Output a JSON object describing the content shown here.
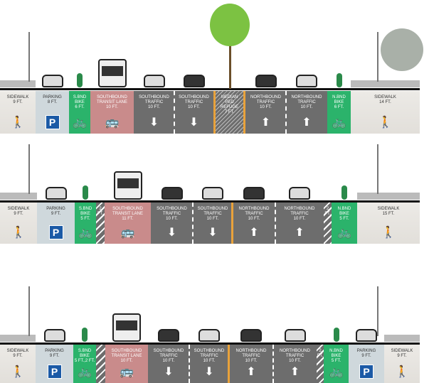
{
  "sections": [
    {
      "name": "existing",
      "lanes": [
        {
          "type": "sidewalk",
          "lines": [
            "SIDEWALK",
            "9 ft."
          ],
          "icon": "pedestrian"
        },
        {
          "type": "parking",
          "lines": [
            "PARKING",
            "8 ft."
          ],
          "icon": "parking"
        },
        {
          "type": "bike",
          "lines": [
            "S.Bnd",
            "BIKE",
            "6 ft."
          ],
          "icon": "bicycle"
        },
        {
          "type": "transit",
          "lines": [
            "SOUTHBOUND",
            "TRANSIT LANE",
            "10 ft."
          ],
          "icon": "bus"
        },
        {
          "type": "traffic",
          "lines": [
            "SOUTHBOUND",
            "TRAFFIC",
            "10 ft."
          ],
          "icon": "arrow-down"
        },
        {
          "type": "traffic",
          "lines": [
            "SOUTHBOUND",
            "TRAFFIC",
            "10 ft."
          ],
          "icon": "arrow-down"
        },
        {
          "type": "median",
          "lines": [
            "MEDIAN",
            "PED",
            "REFUGE",
            "7 ft."
          ],
          "icon": ""
        },
        {
          "type": "traffic",
          "lines": [
            "NORTHBOUND",
            "TRAFFIC",
            "10 ft."
          ],
          "icon": "arrow-up"
        },
        {
          "type": "traffic",
          "lines": [
            "NORTHBOUND",
            "TRAFFIC",
            "10 ft."
          ],
          "icon": "arrow-up"
        },
        {
          "type": "bike",
          "lines": [
            "N.Bnd",
            "BIKE",
            "6 ft."
          ],
          "icon": "bicycle"
        },
        {
          "type": "sidewalk",
          "lines": [
            "SIDEWALK",
            "14 ft."
          ],
          "icon": "pedestrian"
        }
      ]
    },
    {
      "name": "option-a",
      "lanes": [
        {
          "type": "sidewalk",
          "lines": [
            "SIDEWALK",
            "9 ft."
          ],
          "icon": "pedestrian"
        },
        {
          "type": "parking",
          "lines": [
            "PARKING",
            "9 ft."
          ],
          "icon": "parking"
        },
        {
          "type": "bike",
          "lines": [
            "S.Bnd",
            "BIKE",
            "5 ft."
          ],
          "icon": "bicycle"
        },
        {
          "type": "buffer",
          "lines": [
            "2 ft."
          ],
          "icon": ""
        },
        {
          "type": "transit",
          "lines": [
            "SOUTHBOUND",
            "TRANSIT LANE",
            "11 ft."
          ],
          "icon": "bus"
        },
        {
          "type": "traffic",
          "lines": [
            "SOUTHBOUND",
            "TRAFFIC",
            "10 ft."
          ],
          "icon": "arrow-down"
        },
        {
          "type": "traffic",
          "lines": [
            "SOUTHBOUND",
            "TRAFFIC",
            "10 ft."
          ],
          "icon": "arrow-down"
        },
        {
          "type": "traffic",
          "lines": [
            "NORTHBOUND",
            "TRAFFIC",
            "10 ft."
          ],
          "icon": "arrow-up"
        },
        {
          "type": "traffic",
          "lines": [
            "NORTHBOUND",
            "TRAFFIC",
            "10 ft."
          ],
          "icon": "arrow-up"
        },
        {
          "type": "buffer",
          "lines": [
            "2 ft."
          ],
          "icon": ""
        },
        {
          "type": "bike",
          "lines": [
            "N.Bnd",
            "BIKE",
            "5 ft."
          ],
          "icon": "bicycle"
        },
        {
          "type": "sidewalk",
          "lines": [
            "SIDEWALK",
            "15 ft."
          ],
          "icon": "pedestrian"
        }
      ]
    },
    {
      "name": "option-b",
      "lanes": [
        {
          "type": "sidewalk",
          "lines": [
            "SIDEWALK",
            "9 ft."
          ],
          "icon": "pedestrian"
        },
        {
          "type": "parking",
          "lines": [
            "PARKING",
            "9 ft."
          ],
          "icon": "parking"
        },
        {
          "type": "bike",
          "lines": [
            "S.Bnd",
            "BIKE",
            "5 ft.,2 ft."
          ],
          "icon": "bicycle"
        },
        {
          "type": "buffer",
          "lines": [
            ""
          ],
          "icon": ""
        },
        {
          "type": "transit",
          "lines": [
            "SOUTHBOUND",
            "TRANSIT LANE",
            "10 ft."
          ],
          "icon": "bus"
        },
        {
          "type": "traffic",
          "lines": [
            "SOUTHBOUND",
            "TRAFFIC",
            "10 ft."
          ],
          "icon": "arrow-down"
        },
        {
          "type": "traffic",
          "lines": [
            "SOUTHBOUND",
            "TRAFFIC",
            "10 ft."
          ],
          "icon": "arrow-down"
        },
        {
          "type": "traffic",
          "lines": [
            "NORTHBOUND",
            "TRAFFIC",
            "10 ft."
          ],
          "icon": "arrow-up"
        },
        {
          "type": "traffic",
          "lines": [
            "NORTHBOUND",
            "TRAFFIC",
            "10 ft."
          ],
          "icon": "arrow-up"
        },
        {
          "type": "buffer",
          "lines": [
            "2 ft."
          ],
          "icon": ""
        },
        {
          "type": "bike",
          "lines": [
            "N.Bnd",
            "BIKE",
            "5 ft."
          ],
          "icon": "bicycle"
        },
        {
          "type": "parking",
          "lines": [
            "PARKING",
            "9 ft."
          ],
          "icon": "parking"
        },
        {
          "type": "sidewalk",
          "lines": [
            "SIDEWALK",
            "9 ft."
          ],
          "icon": "pedestrian"
        }
      ]
    }
  ],
  "colors": {
    "bike": "#2bb36b",
    "transit": "#c98b8b",
    "traffic": "#6d6d6d",
    "median": "#e9a23b",
    "parking_sign": "#1b5aa6"
  }
}
